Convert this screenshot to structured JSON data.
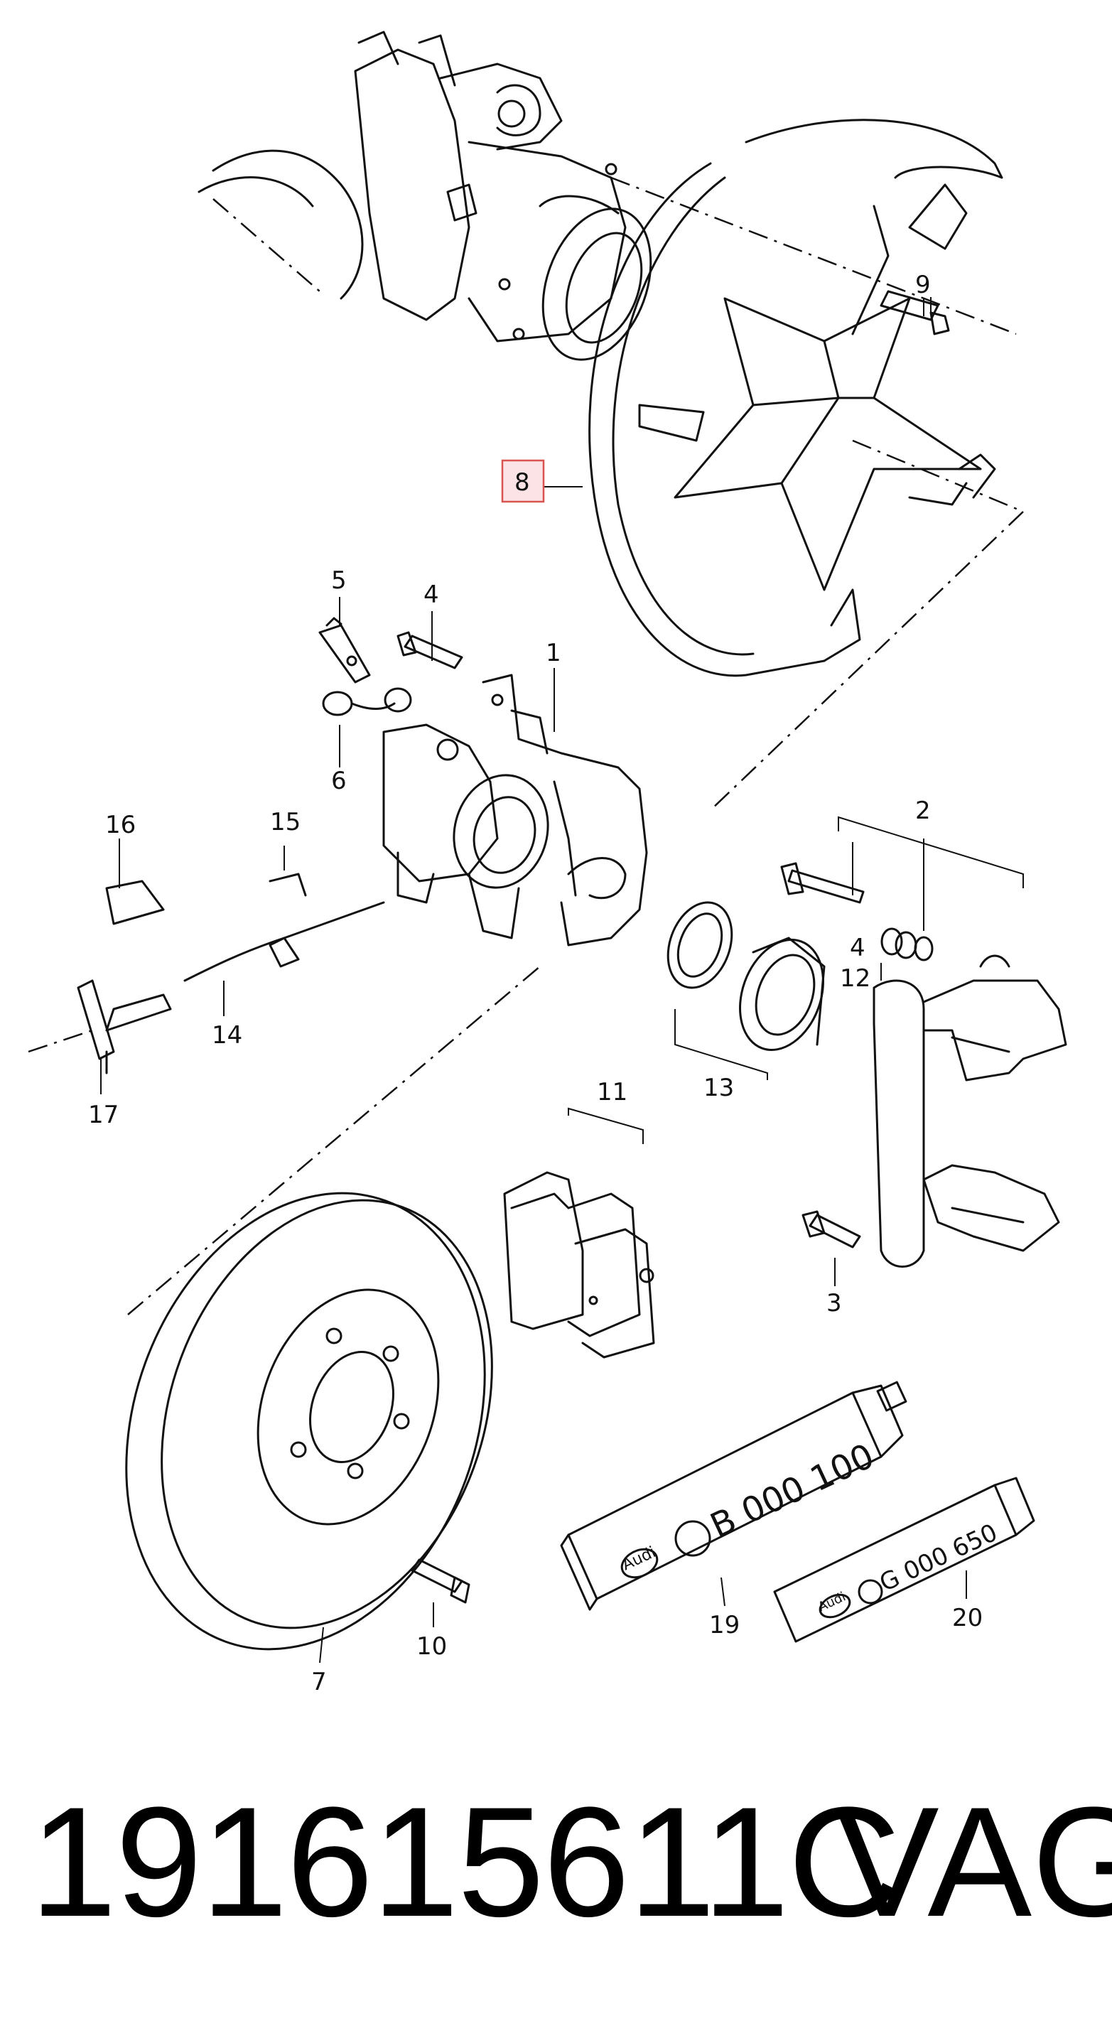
{
  "callouts": [
    {
      "id": "1",
      "label": "1"
    },
    {
      "id": "2",
      "label": "2"
    },
    {
      "id": "3",
      "label": "3"
    },
    {
      "id": "4a",
      "label": "4"
    },
    {
      "id": "4b",
      "label": "4"
    },
    {
      "id": "5",
      "label": "5"
    },
    {
      "id": "6",
      "label": "6"
    },
    {
      "id": "7",
      "label": "7"
    },
    {
      "id": "8",
      "label": "8",
      "highlighted": true
    },
    {
      "id": "9",
      "label": "9"
    },
    {
      "id": "10",
      "label": "10"
    },
    {
      "id": "11",
      "label": "11"
    },
    {
      "id": "12",
      "label": "12"
    },
    {
      "id": "13",
      "label": "13"
    },
    {
      "id": "14",
      "label": "14"
    },
    {
      "id": "15",
      "label": "15"
    },
    {
      "id": "16",
      "label": "16"
    },
    {
      "id": "17",
      "label": "17"
    },
    {
      "id": "19",
      "label": "19"
    },
    {
      "id": "20",
      "label": "20"
    }
  ],
  "tubes": {
    "large": {
      "brand": "Audi",
      "code": "B 000 100"
    },
    "small": {
      "brand": "Audi",
      "code": "G 000 650"
    }
  },
  "footer": {
    "part_number": "191615611C",
    "brand": "VAG"
  },
  "colors": {
    "highlight_fill": "#fbe3e6",
    "highlight_stroke": "#d9534f",
    "line": "#111111"
  }
}
